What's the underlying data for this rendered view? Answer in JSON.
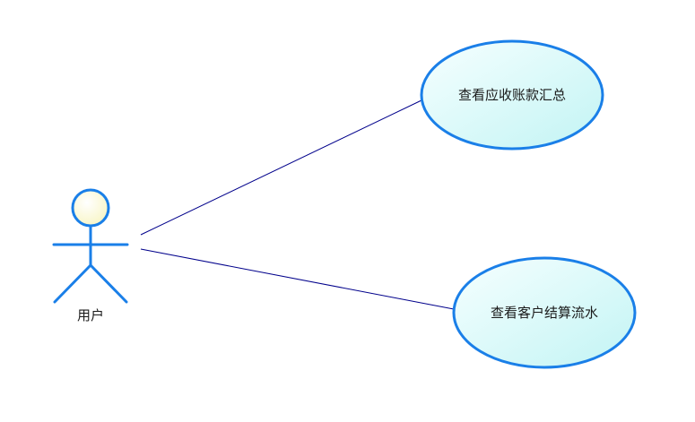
{
  "actor": {
    "name": "用户",
    "icon": "stick-figure-actor-icon"
  },
  "use_cases": [
    {
      "label": "查看应收账款汇总"
    },
    {
      "label": "查看客户结算流水"
    }
  ],
  "colors": {
    "outline": "#1a7fe8",
    "actor_head_fill": "#fdfbd6",
    "use_case_fill_light": "#f2ffff",
    "use_case_fill_dark": "#c6f6f6",
    "association_line": "#00008b"
  }
}
